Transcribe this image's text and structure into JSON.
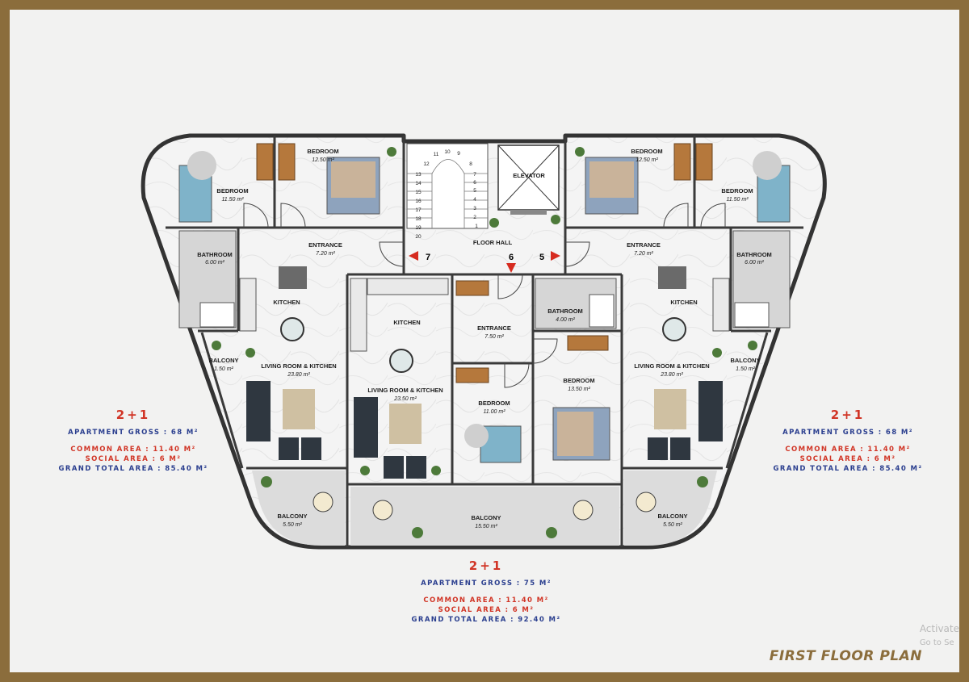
{
  "title": "FIRST FLOOR PLAN",
  "watermark": {
    "line1": "Activate",
    "line2": "Go to Se"
  },
  "colors": {
    "frame": "#8b6d3c",
    "accent_red": "#d13526",
    "accent_blue": "#2b3f8f"
  },
  "rooms": {
    "bedroom_tl_small": {
      "name": "BEDROOM",
      "area": "11.50 m²"
    },
    "bedroom_tl_main": {
      "name": "BEDROOM",
      "area": "12.50 m²"
    },
    "bedroom_tr_main": {
      "name": "BEDROOM",
      "area": "12.50 m²"
    },
    "bedroom_tr_small": {
      "name": "BEDROOM",
      "area": "11.50 m²"
    },
    "elevator": {
      "name": "ELEVATOR"
    },
    "floor_hall": {
      "name": "FLOOR HALL"
    },
    "entrance_left": {
      "name": "ENTRANCE",
      "area": "7.20 m²"
    },
    "entrance_right": {
      "name": "ENTRANCE",
      "area": "7.20 m²"
    },
    "bathroom_left": {
      "name": "BATHROOM",
      "area": "6.00 m²"
    },
    "bathroom_right": {
      "name": "BATHROOM",
      "area": "6.00 m²"
    },
    "kitchen_left": {
      "name": "KITCHEN"
    },
    "kitchen_center": {
      "name": "KITCHEN"
    },
    "kitchen_right": {
      "name": "KITCHEN"
    },
    "living_left": {
      "name": "LIVING ROOM & KITCHEN",
      "area": "23.80 m²"
    },
    "living_center": {
      "name": "LIVING ROOM & KITCHEN",
      "area": "23.50 m²"
    },
    "living_right": {
      "name": "LIVING ROOM & KITCHEN",
      "area": "23.80 m²"
    },
    "entrance_center": {
      "name": "ENTRANCE",
      "area": "7.50 m²"
    },
    "bathroom_center": {
      "name": "BATHROOM",
      "area": "4.00 m²"
    },
    "bedroom_center_small": {
      "name": "BEDROOM",
      "area": "11.00 m²"
    },
    "bedroom_center_main": {
      "name": "BEDROOM",
      "area": "13.50 m²"
    },
    "balcony_side_left": {
      "name": "BALCONY",
      "area": "1.50 m²"
    },
    "balcony_side_right": {
      "name": "BALCONY",
      "area": "1.50 m²"
    },
    "balcony_bottom_left": {
      "name": "BALCONY",
      "area": "5.50 m²"
    },
    "balcony_bottom_center": {
      "name": "BALCONY",
      "area": "15.50 m²"
    },
    "balcony_bottom_right": {
      "name": "BALCONY",
      "area": "5.50 m²"
    }
  },
  "stairs": [
    "1",
    "2",
    "3",
    "4",
    "5",
    "6",
    "7",
    "8",
    "9",
    "10",
    "11",
    "12",
    "13",
    "14",
    "15",
    "16",
    "17",
    "18",
    "19",
    "20"
  ],
  "unit_markers": {
    "left": "7",
    "center": "6",
    "right": "5"
  },
  "summaries": {
    "left": {
      "type": "2+1",
      "gross": "APARTMENT GROSS : 68 M²",
      "common": "COMMON AREA : 11.40 M²",
      "social": "SOCIAL AREA : 6 M²",
      "total": "GRAND TOTAL AREA : 85.40 M²"
    },
    "center": {
      "type": "2+1",
      "gross": "APARTMENT GROSS : 75 M²",
      "common": "COMMON AREA : 11.40 M²",
      "social": "SOCIAL AREA : 6 M²",
      "total": "GRAND TOTAL AREA : 92.40 M²"
    },
    "right": {
      "type": "2+1",
      "gross": "APARTMENT GROSS : 68 M²",
      "common": "COMMON AREA : 11.40 M²",
      "social": "SOCIAL AREA : 6 M²",
      "total": "GRAND TOTAL AREA : 85.40 M²"
    }
  }
}
